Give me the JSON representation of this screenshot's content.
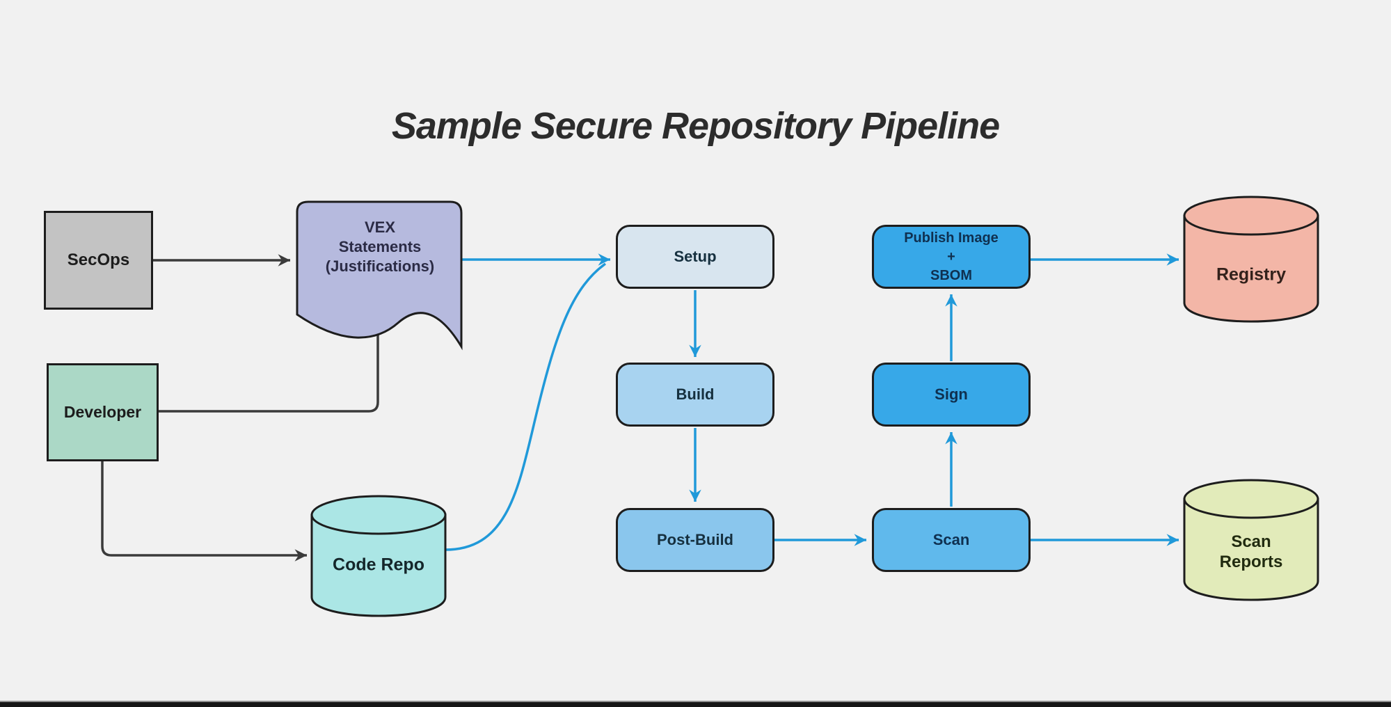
{
  "title": "Sample Secure Repository Pipeline",
  "nodes": {
    "secops": {
      "label": "SecOps",
      "type": "box",
      "fill": "#c3c3c3"
    },
    "developer": {
      "label": "Developer",
      "type": "box",
      "fill": "#abd8c6"
    },
    "vex_statements": {
      "lines": [
        "VEX",
        "Statements",
        "(Justifications)"
      ],
      "type": "document",
      "fill": "#b6bade"
    },
    "code_repo": {
      "label": "Code Repo",
      "type": "database",
      "fill": "#abe6e5"
    },
    "setup": {
      "label": "Setup",
      "type": "process",
      "fill": "#d8e5ef"
    },
    "build": {
      "label": "Build",
      "type": "process",
      "fill": "#a8d3f0"
    },
    "post_build": {
      "label": "Post-Build",
      "type": "process",
      "fill": "#8ac6ed"
    },
    "publish_image_sbom": {
      "lines": [
        "Publish Image",
        "+",
        "SBOM"
      ],
      "type": "process",
      "fill": "#37a8e8"
    },
    "sign": {
      "label": "Sign",
      "type": "process",
      "fill": "#37a8e8"
    },
    "scan": {
      "label": "Scan",
      "type": "process",
      "fill": "#60b9ec"
    },
    "registry": {
      "label": "Registry",
      "type": "database",
      "fill": "#f3b6a7"
    },
    "scan_reports": {
      "lines": [
        "Scan",
        "Reports"
      ],
      "type": "database",
      "fill": "#e2ebba"
    }
  },
  "edges": [
    {
      "from": "secops",
      "to": "vex_statements",
      "color": "dark"
    },
    {
      "from": "developer",
      "to": "vex_statements",
      "color": "dark"
    },
    {
      "from": "developer",
      "to": "code_repo",
      "color": "dark"
    },
    {
      "from": "vex_statements",
      "to": "setup",
      "color": "blue"
    },
    {
      "from": "code_repo",
      "to": "setup",
      "color": "blue"
    },
    {
      "from": "setup",
      "to": "build",
      "color": "blue"
    },
    {
      "from": "build",
      "to": "post_build",
      "color": "blue"
    },
    {
      "from": "post_build",
      "to": "scan",
      "color": "blue"
    },
    {
      "from": "scan",
      "to": "sign",
      "color": "blue"
    },
    {
      "from": "sign",
      "to": "publish_image_sbom",
      "color": "blue"
    },
    {
      "from": "publish_image_sbom",
      "to": "registry",
      "color": "blue"
    },
    {
      "from": "scan",
      "to": "scan_reports",
      "color": "blue"
    }
  ],
  "colors": {
    "background": "#f1f1f1",
    "shape_border": "#1d1d1d",
    "arrow_dark": "#3b3b3b",
    "arrow_blue": "#2099d9",
    "title_text": "#2c2c2c"
  }
}
